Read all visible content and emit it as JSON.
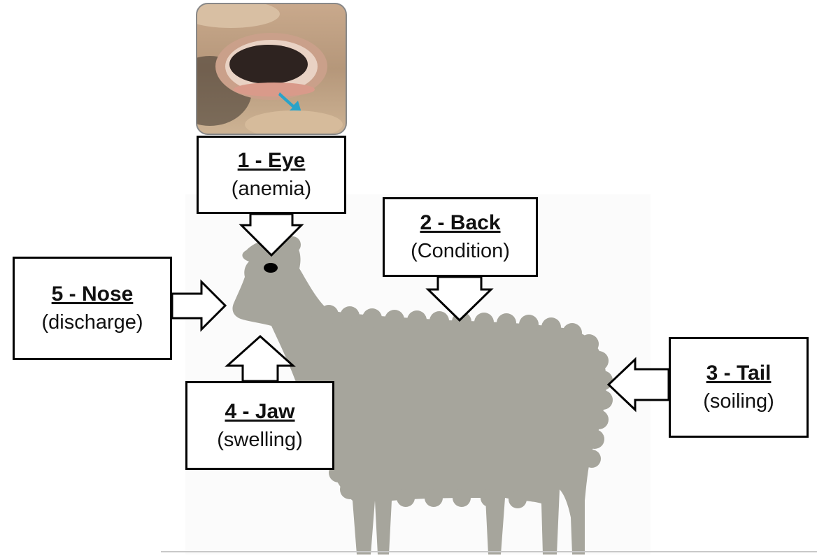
{
  "diagram": {
    "photo_icon": "eye-photo",
    "labels": [
      {
        "id": "eye",
        "title": "1 - Eye",
        "desc": "(anemia)"
      },
      {
        "id": "back",
        "title": "2 - Back",
        "desc": "(Condition)"
      },
      {
        "id": "tail",
        "title": "3 - Tail",
        "desc": "(soiling)"
      },
      {
        "id": "jaw",
        "title": "4 - Jaw",
        "desc": "(swelling)"
      },
      {
        "id": "nose",
        "title": "5 - Nose",
        "desc": "(discharge)"
      }
    ]
  },
  "colors": {
    "sheep": "#a6a59c",
    "box_border": "#000000",
    "arrow_fill": "#ffffff",
    "eyelid_pink": "#d99a8a",
    "photo_arrow": "#2aa3c9"
  }
}
